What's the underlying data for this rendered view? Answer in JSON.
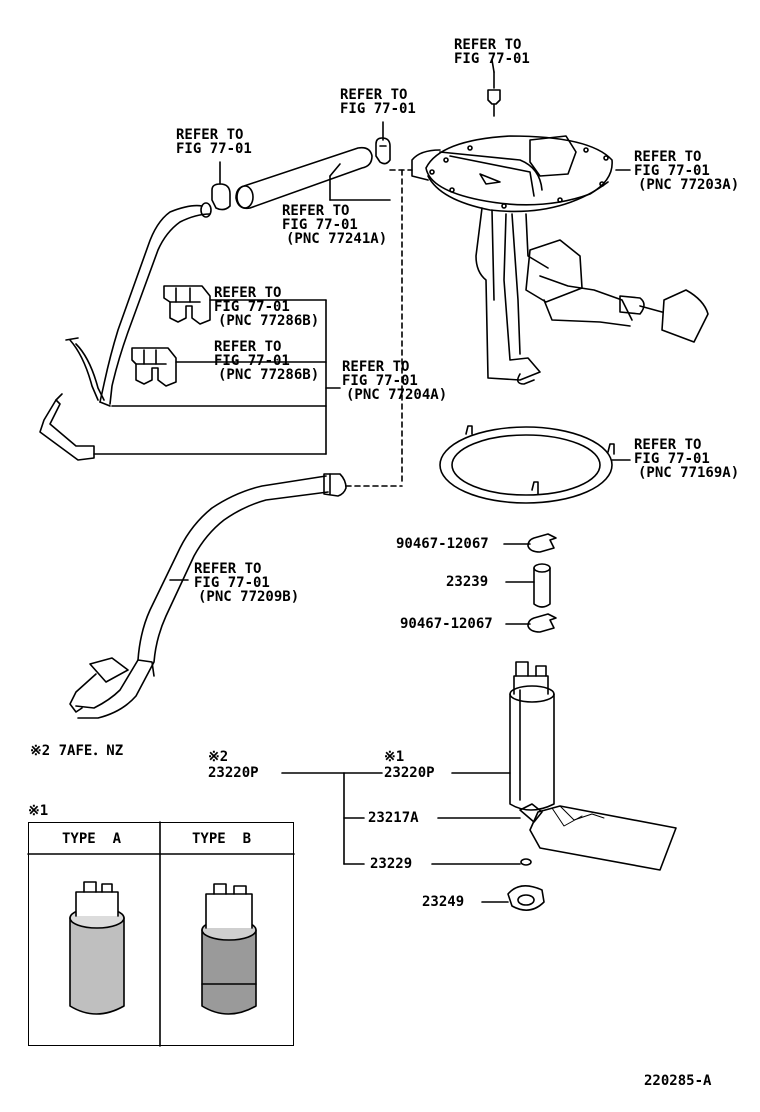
{
  "refer": {
    "top_bolt": [
      "REFER TO",
      "FIG 77-01"
    ],
    "top_clip": [
      "REFER TO",
      "FIG 77-01"
    ],
    "left_clip": [
      "REFER TO",
      "FIG 77-01"
    ],
    "hose": [
      "REFER TO",
      "FIG 77-01",
      "(PNC 77241A)"
    ],
    "pump_assy": [
      "REFER TO",
      "FIG 77-01",
      "(PNC 77203A)"
    ],
    "clamp1": [
      "REFER TO",
      "FIG 77-01",
      "(PNC 77286B)"
    ],
    "clamp2": [
      "REFER TO",
      "FIG 77-01",
      "(PNC 77286B)"
    ],
    "tube": [
      "REFER TO",
      "FIG 77-01",
      "(PNC 77204A)"
    ],
    "gasket": [
      "REFER TO",
      "FIG 77-01",
      "(PNC 77169A)"
    ],
    "pipe": [
      "REFER TO",
      "FIG 77-01",
      "(PNC 77209B)"
    ]
  },
  "parts": {
    "clip_upper": "90467-12067",
    "hose_short": "23239",
    "clip_lower": "90467-12067",
    "pump_note_marker": "※1",
    "pump": "23220P",
    "filter": "23217A",
    "washer": "23229",
    "cushion": "23249",
    "assy_note_marker": "※2",
    "assy": "23220P"
  },
  "notes": {
    "note2": "※2 7AFE．NZ",
    "note1_marker": "※1"
  },
  "types": {
    "type_a": "TYPE  A",
    "type_b": "TYPE  B"
  },
  "figure_code": "220285-A"
}
